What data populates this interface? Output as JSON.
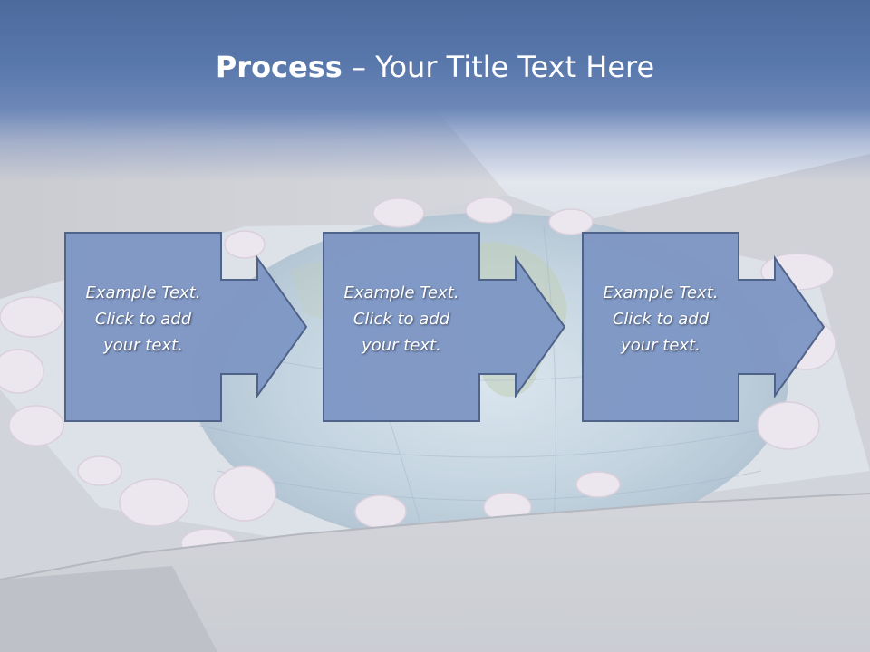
{
  "title": {
    "bold_part": "Process",
    "rest_part": " – Your Title Text Here"
  },
  "steps": [
    {
      "lines": [
        "Example Text.",
        "Click  to add",
        "your text."
      ]
    },
    {
      "lines": [
        "Example Text.",
        "Click  to add",
        "your text."
      ]
    },
    {
      "lines": [
        "Example Text.",
        "Click  to add",
        "your text."
      ]
    }
  ],
  "colors": {
    "title_band": "#5877ab",
    "shape_fill": "#7f97c5",
    "shape_stroke": "#4b5f86",
    "text": "#ffffff"
  }
}
